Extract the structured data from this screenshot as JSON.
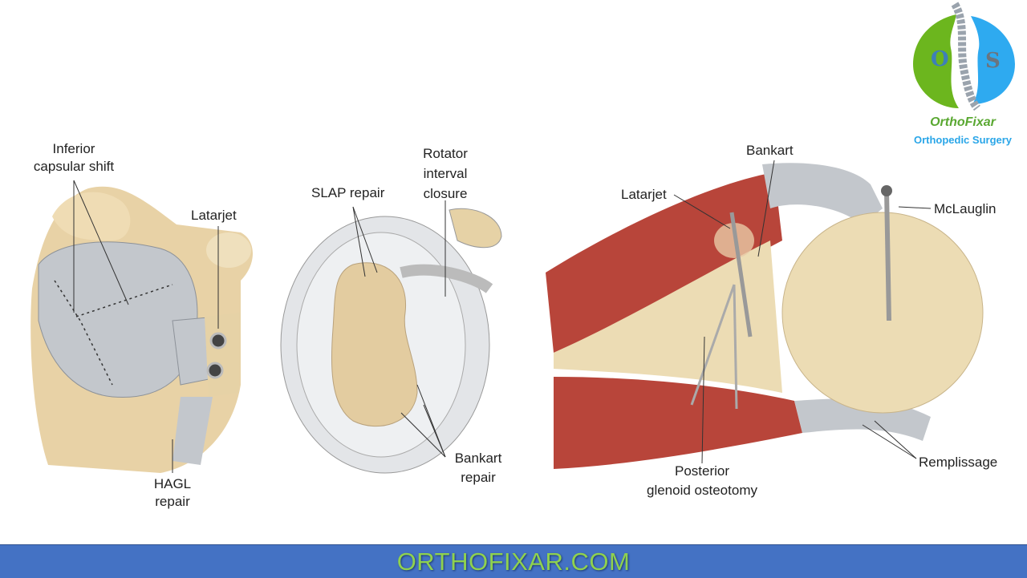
{
  "logo": {
    "letters": [
      "O",
      "S"
    ],
    "title": "OrthoFixar",
    "subtitle": "Orthopedic Surgery",
    "colors": {
      "green": "#6cb61e",
      "blue": "#2eaaf0",
      "spine": "#9aa3ad"
    }
  },
  "panels": {
    "left": {
      "labels": {
        "inferior_capsular_shift": [
          "Inferior",
          "capsular shift"
        ],
        "latarjet": "Latarjet",
        "hagl_repair": [
          "HAGL",
          "repair"
        ]
      }
    },
    "middle": {
      "labels": {
        "slap_repair": "SLAP repair",
        "rotator_interval_closure": [
          "Rotator",
          "interval",
          "closure"
        ],
        "bankart_repair": [
          "Bankart",
          "repair"
        ]
      }
    },
    "right": {
      "labels": {
        "bankart": "Bankart",
        "latarjet": "Latarjet",
        "mclauglin": "McLauglin",
        "posterior_glenoid_osteotomy": [
          "Posterior",
          "glenoid osteotomy"
        ],
        "remplissage": "Remplissage"
      }
    }
  },
  "colors": {
    "bone": "#ecdcb4",
    "capsule": "#c9ccd1",
    "muscle": "#b8453a",
    "footer": "#4472c4",
    "footer_text": "#8fd14f"
  },
  "footer": {
    "text": "ORTHOFIXAR.COM"
  }
}
